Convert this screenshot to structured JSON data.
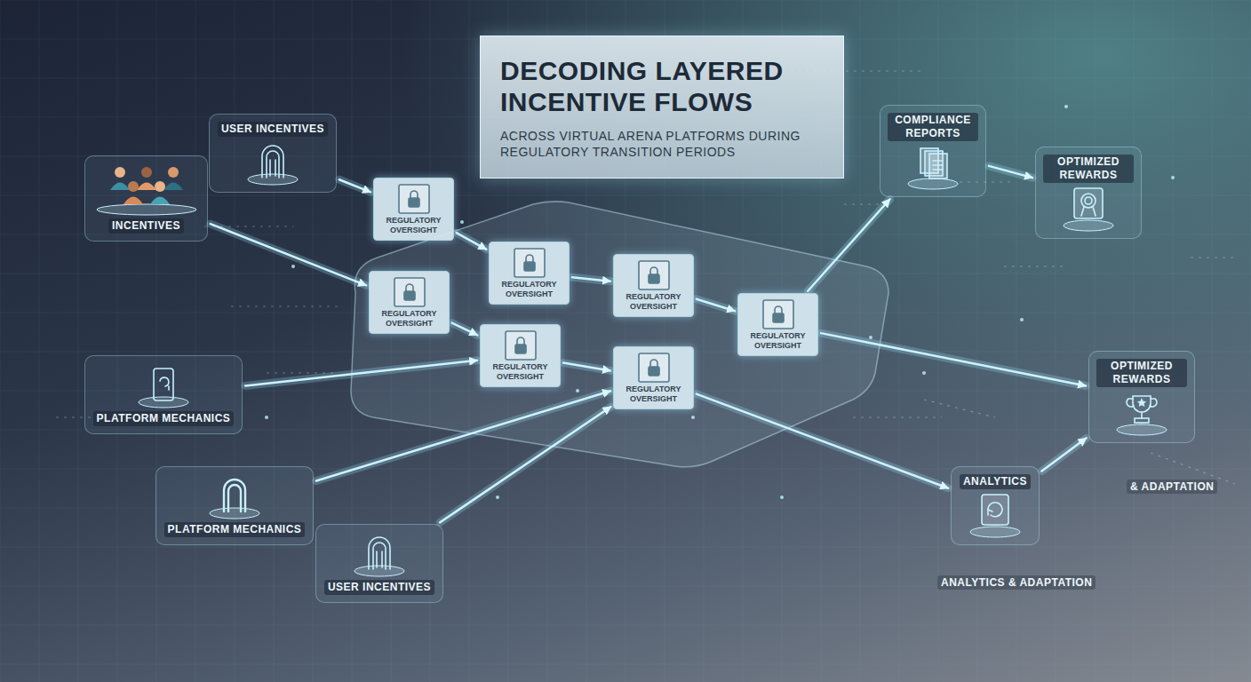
{
  "diagram": {
    "title": "DECODING LAYERED INCENTIVE FLOWS",
    "nodes": [
      {
        "text": [
          "USER INCENTIVES"
        ]
      },
      {
        "text": [
          "INCENTIVES"
        ]
      },
      {
        "text": [
          "PLATFORM MECHANICS"
        ]
      },
      {
        "text": [
          "PLATFORM MECHANICS"
        ]
      },
      {
        "text": [
          "USER INCENTIVES"
        ]
      },
      {
        "text": [
          "REGULATORY OVERSIGHT"
        ]
      },
      {
        "text": [
          "REGULATORY OVERSIGHT"
        ]
      },
      {
        "text": [
          "REGULATORY OVERSIGHT"
        ]
      },
      {
        "text": [
          "REGULATORY OVERSIGHT"
        ]
      },
      {
        "text": [
          "REGULATORY OVERSIGHT"
        ]
      },
      {
        "text": [
          "REGULATORY OVERSIGHT"
        ]
      },
      {
        "text": [
          "REGULATORY OVERSIGHT"
        ]
      },
      {
        "text": [
          "COMPLIANCE REPORTS"
        ]
      },
      {
        "text": [
          "OPTIMIZED REWARDS"
        ]
      },
      {
        "text": [
          "OPTIMIZED REWARDS"
        ]
      },
      {
        "text": [
          "ANALYTICS"
        ]
      }
    ],
    "edges": [
      {
        "from": 0,
        "to": 5,
        "arrow": "to"
      },
      {
        "from": 5,
        "to": 6,
        "arrow": "to"
      },
      {
        "from": 6,
        "to": 7,
        "arrow": "to"
      },
      {
        "from": 7,
        "to": 11,
        "arrow": "to"
      },
      {
        "from": 11,
        "to": 12,
        "arrow": "to"
      },
      {
        "from": 12,
        "to": 13,
        "arrow": "to"
      },
      {
        "from": 1,
        "to": 8,
        "arrow": "to"
      },
      {
        "from": 8,
        "to": 9,
        "arrow": "to"
      },
      {
        "from": 9,
        "to": 10,
        "arrow": "to"
      },
      {
        "from": 2,
        "to": 9,
        "arrow": "to"
      },
      {
        "from": 3,
        "to": 10,
        "arrow": "to"
      },
      {
        "from": 4,
        "to": 10,
        "arrow": "to"
      },
      {
        "from": 10,
        "to": 15,
        "arrow": "to"
      },
      {
        "from": 11,
        "to": 14,
        "arrow": "to"
      },
      {
        "from": 15,
        "to": 14,
        "arrow": "to"
      }
    ],
    "labels": [
      "ACROSS VIRTUAL ARENA PLATFORMS DURING REGULATORY TRANSITION PERIODS",
      "& ADAPTATION",
      "ANALYTICS & ADAPTATION"
    ]
  }
}
